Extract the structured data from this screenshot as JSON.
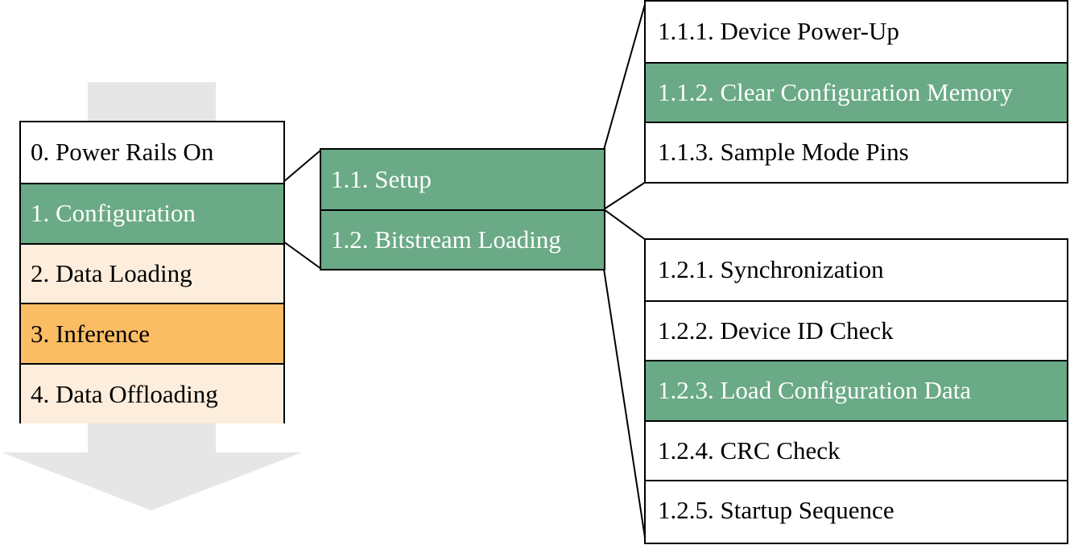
{
  "colors": {
    "white": "#ffffff",
    "green": "#6aaa86",
    "peach": "#fdeddc",
    "orange": "#fbbd64",
    "arrow_gray": "#e6e6e6"
  },
  "stages": [
    {
      "label": "0. Power Rails On",
      "style": "white"
    },
    {
      "label": "1. Configuration",
      "style": "green"
    },
    {
      "label": "2. Data Loading",
      "style": "peach"
    },
    {
      "label": "3. Inference",
      "style": "orange"
    },
    {
      "label": "4. Data Offloading",
      "style": "peach"
    }
  ],
  "configuration_steps": [
    {
      "label": "1.1. Setup",
      "style": "green"
    },
    {
      "label": "1.2. Bitstream Loading",
      "style": "green"
    }
  ],
  "setup_steps": [
    {
      "label": "1.1.1.  Device Power-Up",
      "style": "white"
    },
    {
      "label": "1.1.2.  Clear Configuration Memory",
      "style": "green"
    },
    {
      "label": "1.1.3.  Sample Mode Pins",
      "style": "white"
    }
  ],
  "bitstream_steps": [
    {
      "label": "1.2.1. Synchronization",
      "style": "white"
    },
    {
      "label": "1.2.2.  Device ID Check",
      "style": "white"
    },
    {
      "label": "1.2.3.  Load Configuration Data",
      "style": "green"
    },
    {
      "label": "1.2.4.  CRC Check",
      "style": "white"
    },
    {
      "label": "1.2.5.  Startup Sequence",
      "style": "white"
    }
  ]
}
